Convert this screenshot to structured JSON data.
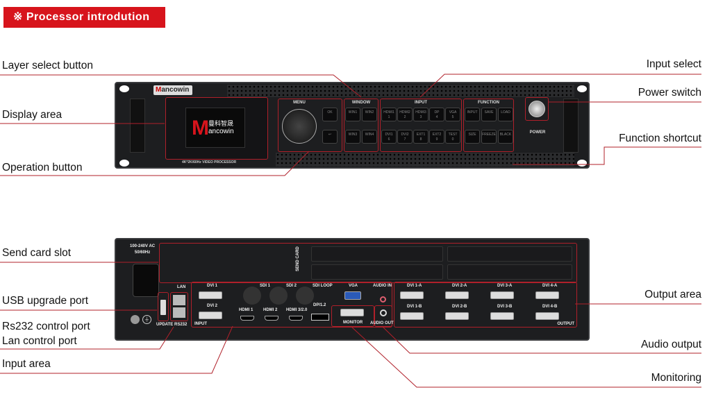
{
  "header": {
    "title": "※ Processor introdution"
  },
  "callouts_left": [
    "Layer select button",
    "Display area",
    "Operation button",
    "Send card slot",
    "USB upgrade port",
    "Rs232 control port",
    "Lan control port",
    "Input area"
  ],
  "callouts_right": [
    "Input select",
    "Power switch",
    "Function shortcut",
    "Output area",
    "Audio output",
    "Monitoring"
  ],
  "front": {
    "brand": "Mancowin",
    "screen_logo_cn": "曼科智晟",
    "screen_logo": "ancowin",
    "model": "4K*2K/60Hz VIDEO PROCESSOR",
    "sections": {
      "menu": "MENU",
      "window": "WINDOW",
      "input": "INPUT",
      "function": "FUNCTION",
      "power": "POWER"
    },
    "menu_buttons": [
      "OK",
      "↩"
    ],
    "window_buttons": [
      "WIN1",
      "WIN2",
      "WIN3",
      "WIN4"
    ],
    "input_buttons": [
      "HDMI1\n1",
      "HDMI2\n2",
      "HDMI3\n3",
      "DP\n4",
      "VGA\n5",
      "DVI1\n6",
      "DVI2\n7",
      "EXT1\n8",
      "EXT2\n9",
      "TEST\n0"
    ],
    "function_buttons": [
      "INPUT",
      "SAVE",
      "LOAD",
      "SIZE",
      "FREEZE",
      "BLACK"
    ]
  },
  "back": {
    "power_rating": "100-240V AC",
    "power_freq": "50/60Hz",
    "send_card": "SEND CARD",
    "lan": "LAN",
    "update": "UPDATE",
    "rs232": "RS232",
    "input_label": "INPUT",
    "dvi1": "DVI 1",
    "dvi2": "DVI 2",
    "sdi1": "SDI 1",
    "sdi2": "SDI 2",
    "sdi_loop": "SDI LOOP",
    "hdmi1": "HDMI 1",
    "hdmi2": "HDMI 2",
    "hdmi3": "HDMI 3/2.0",
    "dp": "DP/1.2",
    "vga": "VGA",
    "audio_in": "AUDIO IN",
    "monitor": "MONITOR",
    "audio_out": "AUDIO OUT",
    "outputs": [
      "DVI 1-A",
      "DVI 2-A",
      "DVI 3-A",
      "DVI 4-A",
      "DVI 1-B",
      "DVI 2-B",
      "DVI 3-B",
      "DVI 4-B"
    ],
    "output_label": "OUTPUT"
  },
  "colors": {
    "accent": "#d7141c",
    "callout_line": "#b0202a"
  }
}
